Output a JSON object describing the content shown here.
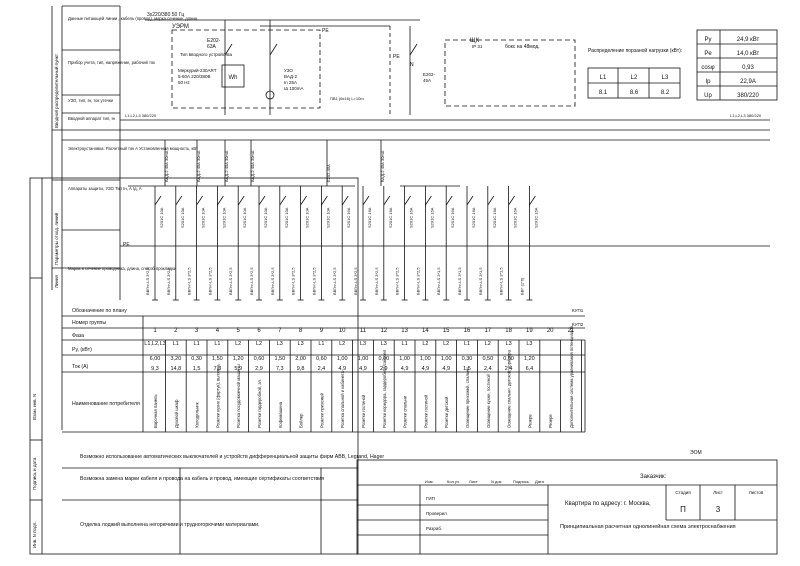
{
  "top_label": "3x220/380 50 Гц",
  "pe_top": "PE",
  "n_top": "N",
  "uerm": "УЭРМ",
  "input_breaker": {
    "name": "E202-",
    "rating": "63A"
  },
  "input_side_label": "Тип вводного устройства",
  "meter": {
    "line1": "Меркурий-230АRT",
    "line2": "5-60А 220/380В",
    "line3": "50 Hz",
    "symbol": "Wh"
  },
  "uzo": {
    "line1": "УЗО",
    "line2": "ВАД-2",
    "line3": "In 25A",
    "line4": "IΔ 100mA"
  },
  "wire_note": "ПВ1 (6х16) L=10m",
  "shk": {
    "name": "ЩК",
    "ip": "IP 31",
    "box": "бокс на 48мод."
  },
  "breaker2": {
    "name": "E202-",
    "rating": "45A"
  },
  "pe_label": "PE",
  "n_label": "N",
  "load_dist": {
    "title": "Распределение порзаной нагрузки (кВт):",
    "headers": [
      "L1",
      "L2",
      "L3"
    ],
    "values": [
      "8.1",
      "8.6",
      "8.2"
    ]
  },
  "params": [
    {
      "k": "Py",
      "v": "24,9 кВт"
    },
    {
      "k": "Pe",
      "v": "14,0 кВт"
    },
    {
      "k": "cosφ",
      "v": "0,93"
    },
    {
      "k": "Ip",
      "v": "22,9A"
    },
    {
      "k": "Up",
      "v": "380/220"
    }
  ],
  "bus_label": "L1,L2,L3 380/220",
  "left_rows": [
    "Данные питающей линии , кабель (провод), марка сечение, длина",
    "Прибор учета, тип, напряжение, рабочий ток",
    "УЗО, тип, Iн, ток утечки",
    "Вводной аппарат тип, Iн",
    "Электроустановка: Расчетный ток А Установленная мощность, кВт",
    "Аппараты защиты, УЗО Тип Iн, А Iд, А",
    "Марка и сечение проводника, длина, способ прокладки"
  ],
  "left_vertical": [
    "Вводной распределительный пункт",
    "Параметры отход. линий",
    "Линия"
  ],
  "uzo_labels": [
    "ВАД-2 40А 30mA",
    "ВАД-2 40А 30mA",
    "ВАД-2 40А 30mA",
    "ВАД-2 40А 30mA",
    "E202-40A",
    "ВАД-2 40А 30mA"
  ],
  "s201_left": "S201C 10A",
  "s201_right": "S201C 16A",
  "pe_bus": "PE",
  "cables": [
    "ВВГнг-LS 3*2,5",
    "ВВГнг-LS 3*2,5",
    "ВВГнг-LS 3*2,5",
    "ВВГнг-LS 3*2,5",
    "ВВГнг-LS 3*2,5",
    "ВВГнг-LS 3*2,5",
    "ВВГнг-LS 3*2,5",
    "ВВГнг-LS 3*2,5",
    "ВВГнг-LS 3*2,5",
    "ВВГнг-LS 3*2,5",
    "ВВГнг-LS 3*2,5",
    "ВВГнг-LS 3*2,5",
    "ВВГнг-LS 3*2,5",
    "ВВГнг-LS 3*2,5",
    "ВВГнг-LS 3*1,5",
    "ВВГнг-LS 3*1,5",
    "ВВГнг-LS 3*1,5",
    "ВВГнг-LS 3*1,5",
    "ВВГ (1*6)",
    ""
  ],
  "plan_label": "Обозначение по плану",
  "kup1": "КУП1",
  "kup2": "КУП2",
  "table_headers": [
    "Номер группы",
    "Фаза",
    "Ру, (кВт)",
    "Ток (А)",
    "Наименование потребителя"
  ],
  "groups": [
    {
      "n": "1",
      "ph": "L1,L2,L3",
      "p": "6,00",
      "i": "9,3",
      "name": "Варочная панель"
    },
    {
      "n": "2",
      "ph": "L1",
      "p": "3,20",
      "i": "14,8",
      "name": "Духовой шкаф"
    },
    {
      "n": "3",
      "ph": "L1",
      "p": "0,30",
      "i": "1,5",
      "name": "Холодильник"
    },
    {
      "n": "4",
      "ph": "L1",
      "p": "1,50",
      "i": "7,3",
      "name": "Розетки кухни (фартук), вытяжка"
    },
    {
      "n": "5",
      "ph": "L2",
      "p": "1,20",
      "i": "5,9",
      "name": "Розетка посудомоечной машины"
    },
    {
      "n": "6",
      "ph": "L2",
      "p": "0,60",
      "i": "2,9",
      "name": "Розетки гардеробной, эл."
    },
    {
      "n": "7",
      "ph": "L3",
      "p": "1,50",
      "i": "7,3",
      "name": "Кофемашина"
    },
    {
      "n": "8",
      "ph": "L3",
      "p": "2,00",
      "i": "9,8",
      "name": "Бойлер"
    },
    {
      "n": "9",
      "ph": "L1",
      "p": "0,60",
      "i": "2,4",
      "name": "Розетки прихожей"
    },
    {
      "n": "10",
      "ph": "L2",
      "p": "1,00",
      "i": "4,9",
      "name": "Розетка спальной и кабинета"
    },
    {
      "n": "11",
      "ph": "L3",
      "p": "1,00",
      "i": "4,9",
      "name": "Розетки гостиной"
    },
    {
      "n": "12",
      "ph": "L3",
      "p": "0,60",
      "i": "2,9",
      "name": "Розетки коридора, гардеробной/санузел"
    },
    {
      "n": "13",
      "ph": "L1",
      "p": "1,00",
      "i": "4,9",
      "name": "Розетки спальни"
    },
    {
      "n": "14",
      "ph": "L2",
      "p": "1,00",
      "i": "4,9",
      "name": "Розетки гостиной"
    },
    {
      "n": "15",
      "ph": "L2",
      "p": "1,00",
      "i": "4,9",
      "name": "Розетки детской"
    },
    {
      "n": "16",
      "ph": "L1",
      "p": "0,30",
      "i": "1,5",
      "name": "Освещение прихожей, спальни"
    },
    {
      "n": "17",
      "ph": "L2",
      "p": "0,50",
      "i": "2,4",
      "name": "Освещение кухни, гостиной"
    },
    {
      "n": "18",
      "ph": "L3",
      "p": "0,50",
      "i": "2,4",
      "name": "Освещение спальни, детской, коридора"
    },
    {
      "n": "19",
      "ph": "L3",
      "p": "1,20",
      "i": "6,4",
      "name": "Резерв"
    },
    {
      "n": "20",
      "ph": "",
      "p": "",
      "i": "",
      "name": "Резерв"
    },
    {
      "n": "21",
      "ph": "",
      "p": "",
      "i": "",
      "name": "Дополнительная система уравнивания потенциалов"
    }
  ],
  "notes": [
    "Возможно использование автоматических выключателей и устройств дифференциальной защиты фирм ABB, Legrand, Hager",
    "Возможна замена марки кабеля и провода на кабель и провод, имеющие сертификаты соответствия",
    "Отделка лоджий выполнена негорючими и трудногорючими материалами."
  ],
  "stamp_side": [
    "Взам. инв. N",
    "Подпись и дата",
    "Инв. N подл."
  ],
  "title_block": {
    "code": "ЭОМ",
    "customer": "Заказчик:",
    "cols": [
      "Изм.",
      "Кол.уч.",
      "Лист",
      "N док.",
      "Подпись",
      "Дата"
    ],
    "roles": [
      "ГИП",
      "Проверил",
      "Разраб."
    ],
    "address": "Квартира по адресу: г. Москва,",
    "stage_h": "Стадия",
    "stage_v": "П",
    "sheet_h": "Лист",
    "sheet_v": "3",
    "sheets_h": "Листов",
    "drawing": "Принципиальная расчетная однолинейная схема электроснабжения"
  }
}
